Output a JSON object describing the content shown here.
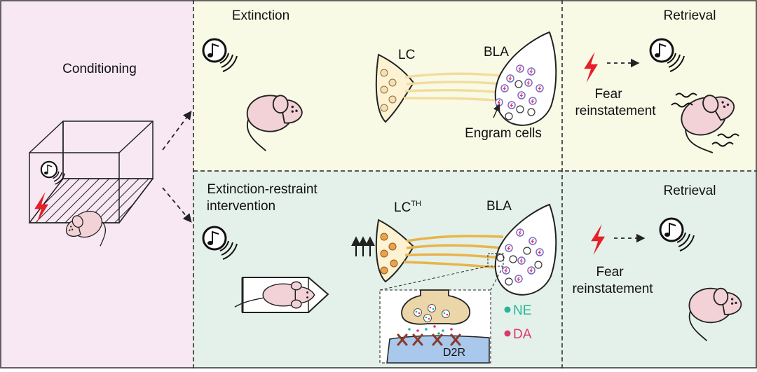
{
  "panels": {
    "conditioning": {
      "title": "Conditioning"
    },
    "extinction": {
      "title": "Extinction",
      "lc_label": "LC",
      "bla_label": "BLA",
      "engram_label": "Engram cells"
    },
    "retrieval_top": {
      "title": "Retrieval",
      "fear_line1": "Fear",
      "fear_line2": "reinstatement"
    },
    "restraint": {
      "title_line1": "Extinction-restraint",
      "title_line2": "intervention",
      "lc_label": "LC",
      "lc_sup": "TH",
      "bla_label": "BLA",
      "receptor_label": "D2R"
    },
    "retrieval_bottom": {
      "title": "Retrieval",
      "fear_line1": "Fear",
      "fear_line2": "reinstatement"
    }
  },
  "legend": [
    {
      "label": "NE",
      "color": "#2bb39a"
    },
    {
      "label": "DA",
      "color": "#e0356f"
    }
  ],
  "colors": {
    "conditioning_bg": "#f7e8f3",
    "extinction_bg": "#f8fae6",
    "retrieval_bg": "#f8fae6",
    "restraint_bg": "#e4f1ea",
    "shock": "#e5202a",
    "mouse": "#f2d2d6",
    "lc_fill_top": "#f5dfb5",
    "lc_fill_bottom": "#eda24a",
    "fiber": "#f3dca0",
    "fiber_bottom": "#e9b44a",
    "terminal": "#ead6a8",
    "receptor": "#8a3b2a",
    "postsynaptic": "#a9c8ec"
  },
  "icons": [
    "music-note-icon",
    "lightning-icon",
    "mouse-icon",
    "neuron-icon"
  ]
}
